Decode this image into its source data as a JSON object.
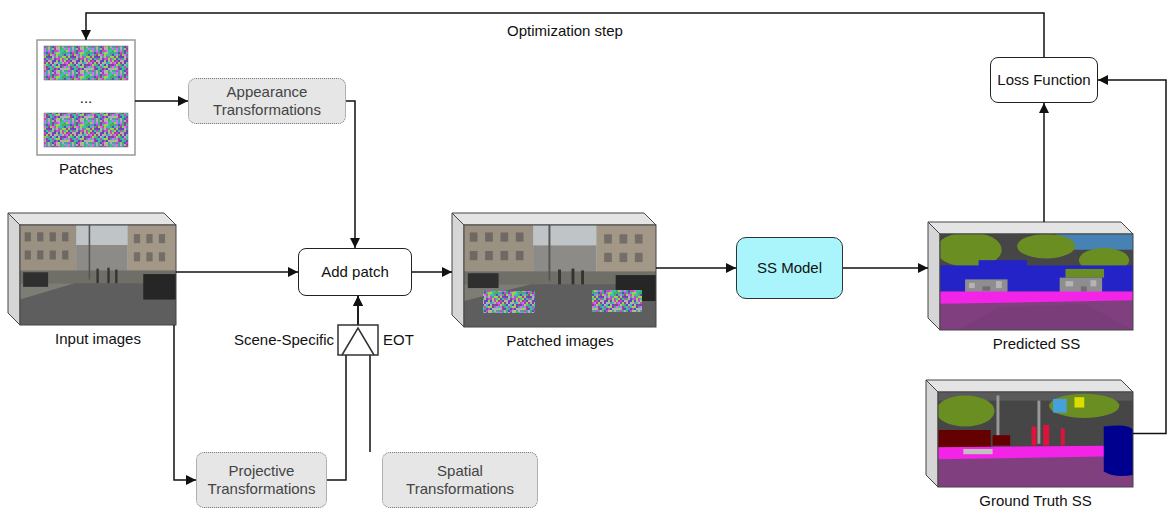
{
  "diagram": {
    "nodes": [
      {
        "text": [
          "...",
          "Patches"
        ]
      },
      {
        "text": [
          "Appearance Transformations"
        ]
      },
      {
        "text": [
          "Input images"
        ]
      },
      {
        "text": [
          "Add patch"
        ]
      },
      {
        "text": [
          "Patched images"
        ]
      },
      {
        "text": [
          "SS Model"
        ]
      },
      {
        "text": [
          "Predicted SS"
        ]
      },
      {
        "text": [
          "Loss Function"
        ]
      },
      {
        "text": [
          "Ground Truth SS"
        ]
      },
      {
        "text": [
          "Projective Transformations"
        ]
      },
      {
        "text": [
          "Spatial Transformations"
        ]
      }
    ],
    "edges": [
      {
        "from": 0,
        "to": 1,
        "arrow": "to"
      },
      {
        "from": 1,
        "to": 3,
        "arrow": "to"
      },
      {
        "from": 2,
        "to": 3,
        "arrow": "to"
      },
      {
        "from": 3,
        "to": 4,
        "arrow": "to"
      },
      {
        "from": 4,
        "to": 5,
        "arrow": "to"
      },
      {
        "from": 5,
        "to": 6,
        "arrow": "to"
      },
      {
        "from": 6,
        "to": 7,
        "arrow": "to"
      },
      {
        "from": 8,
        "to": 7,
        "arrow": "to"
      },
      {
        "from": 7,
        "to": 0,
        "label": "Optimization step",
        "arrow": "to"
      },
      {
        "from": 2,
        "to": 9,
        "arrow": "to"
      },
      {
        "from": 9,
        "to": 3,
        "arrow": "to"
      },
      {
        "from": 10,
        "to": 3,
        "arrow": "to"
      }
    ],
    "labels": [
      "Scene-Specific",
      "EOT"
    ]
  }
}
